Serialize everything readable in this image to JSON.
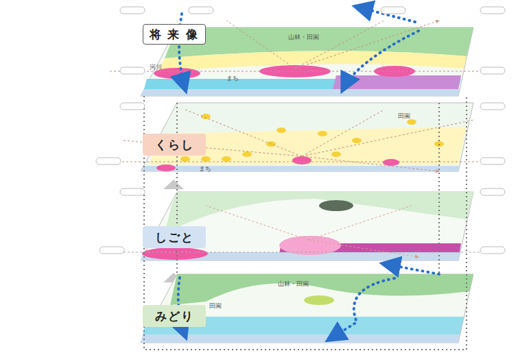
{
  "diagram": {
    "nodes": [
      {
        "text": [
          "将 来 像"
        ]
      },
      {
        "text": [
          "くらし"
        ]
      },
      {
        "text": [
          "しごと"
        ]
      },
      {
        "text": [
          "みどり"
        ]
      }
    ],
    "labels": [
      "山林・田園",
      "河川",
      "まち",
      "田園",
      "まち",
      "山林・田園",
      "田園"
    ]
  }
}
